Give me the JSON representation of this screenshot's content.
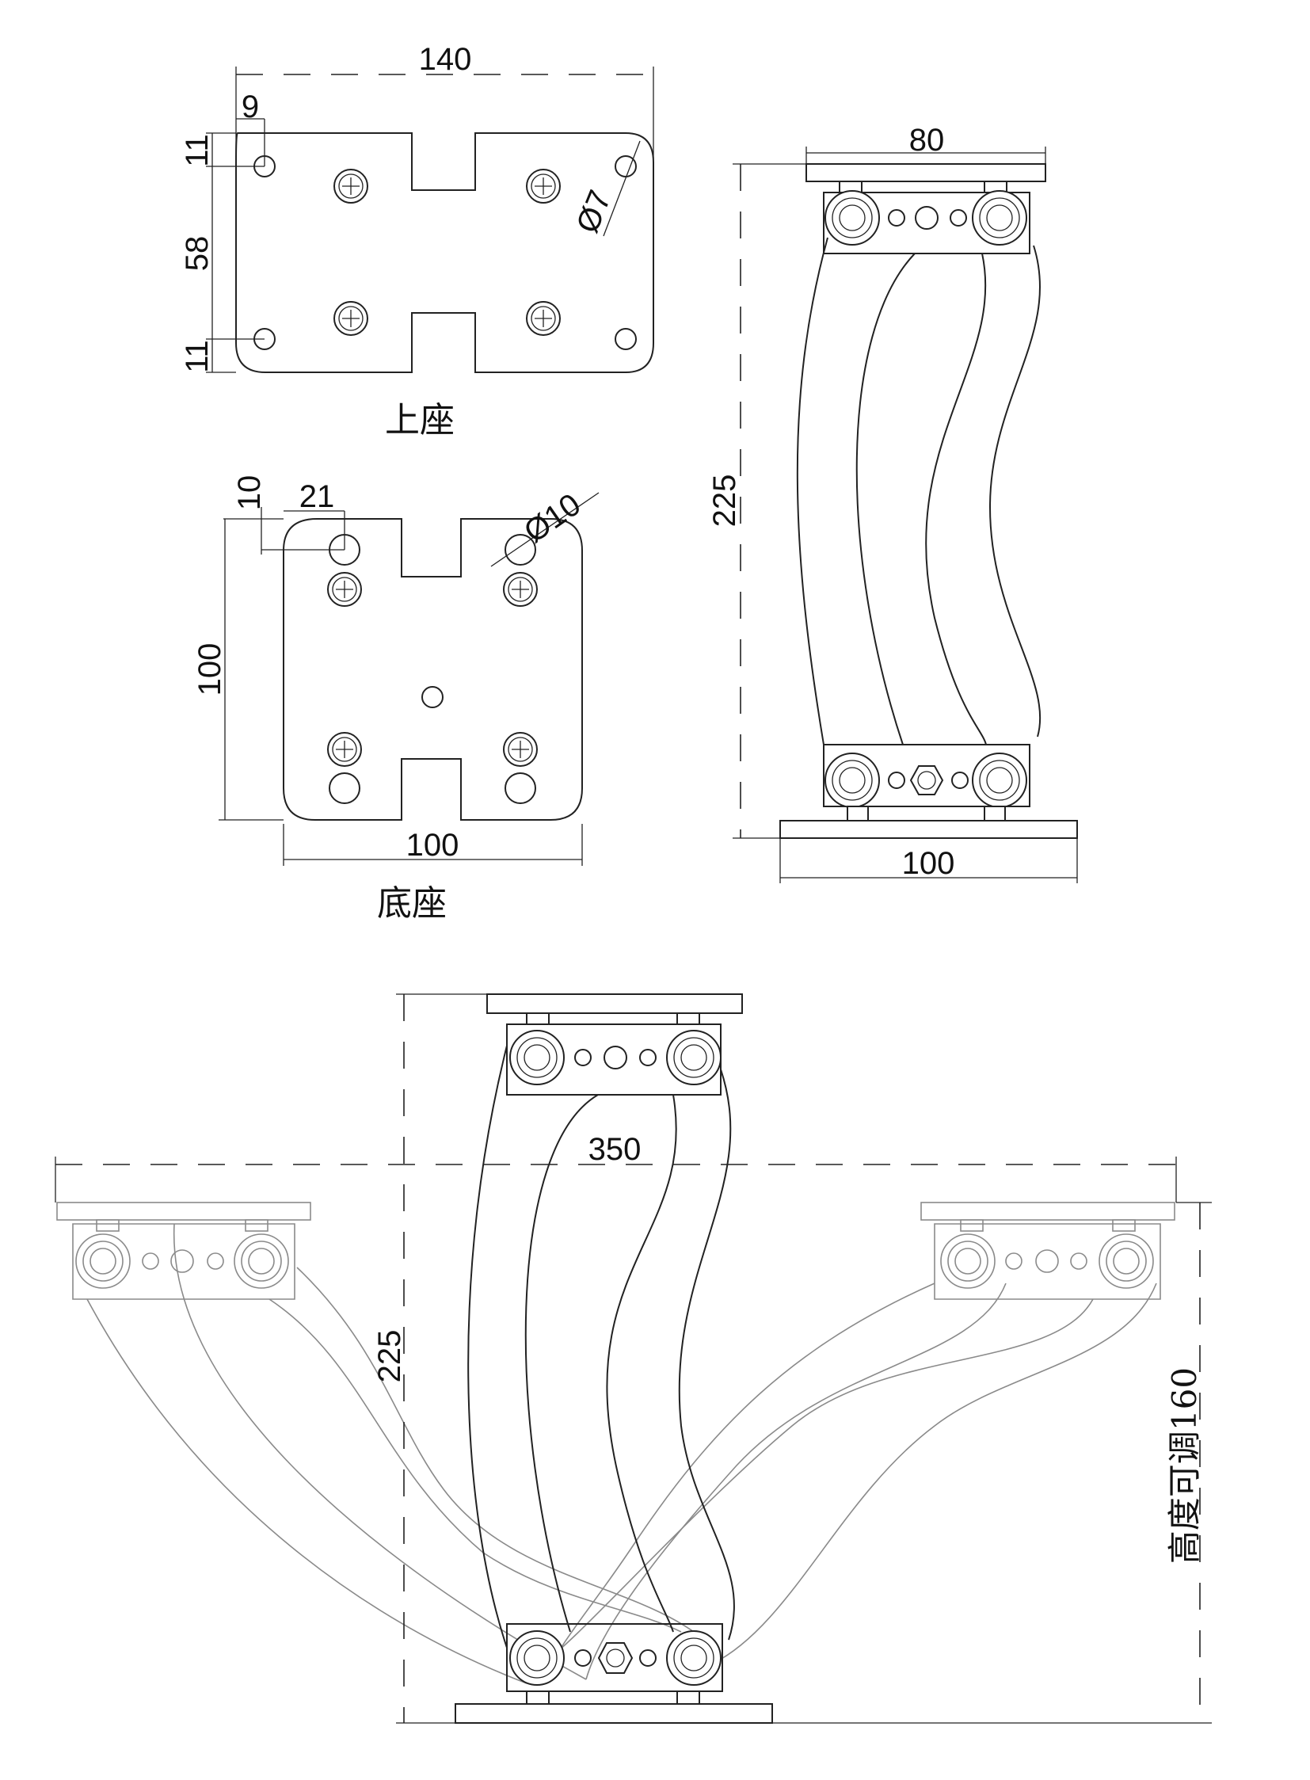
{
  "top_seat": {
    "caption": "上座",
    "dim_width": "140",
    "dim_hole_offset": "9",
    "dim_top_margin": "11",
    "dim_mid": "58",
    "dim_bottom_margin": "11",
    "dim_hole_dia": "Ø7"
  },
  "base_seat": {
    "caption": "底座",
    "dim_top_offset": "10",
    "dim_hole_offset": "21",
    "dim_hole_dia": "Ø10",
    "dim_height": "100",
    "dim_width": "100"
  },
  "side_view": {
    "dim_top_width": "80",
    "dim_height": "225",
    "dim_base_width": "100"
  },
  "assembly": {
    "dim_span": "350",
    "dim_height": "225",
    "adjust_label": "高度可调160"
  }
}
